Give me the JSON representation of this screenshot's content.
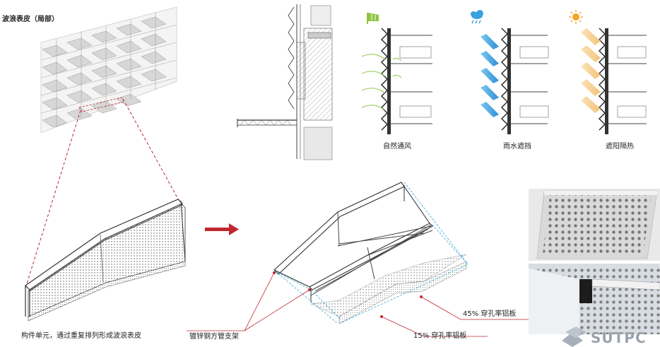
{
  "labels": {
    "facade_title": "波浪表皮（局部）",
    "ventilation": "自然通风",
    "rain": "雨水遮挡",
    "shading": "遮阳隔热",
    "unit_caption": "构件单元，通过重复排列形成波浪表皮",
    "frame_label": "镀锌钢方管支架",
    "panel_45": "45% 穿孔率铝板",
    "panel_15": "15% 穿孔率铝板"
  },
  "icons": {
    "wind": "wind-flag-icon",
    "rain": "rain-cloud-icon",
    "sun": "sun-icon"
  },
  "colors": {
    "wind_green": "#8cc63f",
    "rain_blue": "#3aa0e0",
    "sun_orange": "#f5a623",
    "arrow_red": "#c0272d",
    "dash_red": "#c0272d",
    "dim_blue": "#2fa7e0"
  },
  "watermark": "SUTPC"
}
